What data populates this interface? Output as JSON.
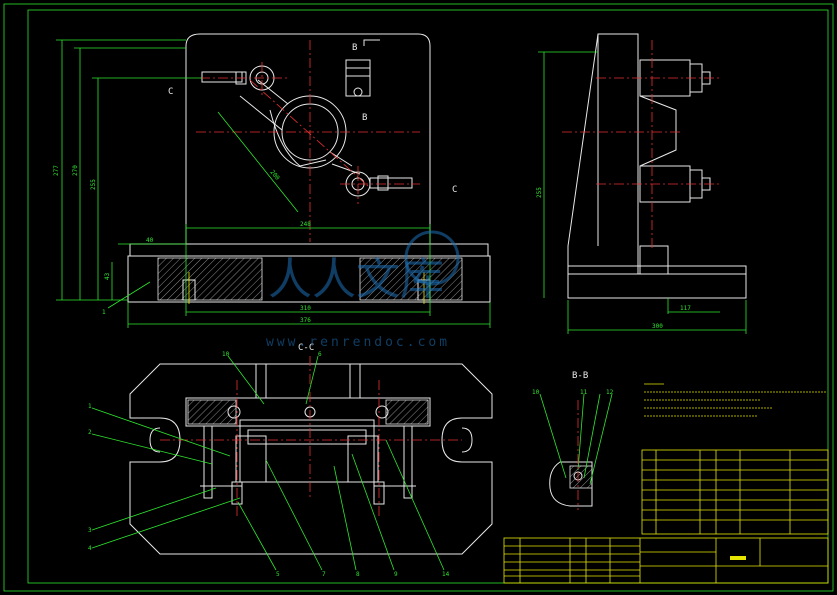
{
  "drawing": {
    "section_cc_label": "C-C",
    "section_bb_label": "B-B",
    "view_label_b_top": "B",
    "view_label_b_bottom": "B",
    "view_label_c_left": "C",
    "view_label_c_right": "C"
  },
  "dimensions": {
    "d277": "277",
    "d270": "270",
    "d255": "255",
    "d40": "40",
    "d43": "43",
    "d248": "248",
    "d310": "310",
    "d376": "376",
    "d200": "200",
    "d117": "117",
    "d300": "300"
  },
  "balloons": {
    "cc_top_left": "10",
    "cc_top_mid": "6",
    "cc_left_1": "1",
    "cc_left_2": "2",
    "cc_left_3": "3",
    "cc_left_4": "4",
    "cc_bot_5": "5",
    "cc_bot_7": "7",
    "cc_bot_8": "8",
    "cc_bot_9": "9",
    "cc_right_14": "14",
    "front_left_1": "1",
    "bb_10": "10",
    "bb_11": "11",
    "bb_12": "12"
  },
  "watermark": {
    "logo_text": "人人文库",
    "url": "www.renrendoc.com"
  }
}
